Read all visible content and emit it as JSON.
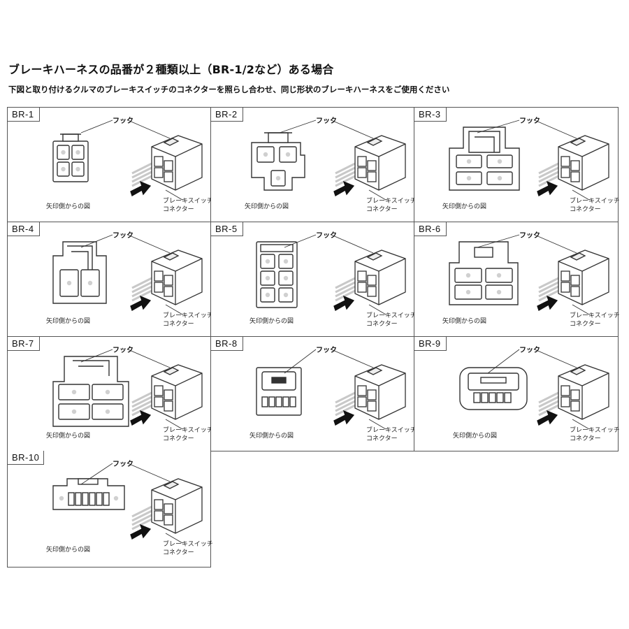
{
  "heading": "ブレーキハーネスの品番が２種類以上（BR-1/2など）ある場合",
  "instruction": "下図と取り付けるクルマのブレーキスイッチのコネクターを照らし合わせ、同じ形状のブレーキハーネスをご使用ください",
  "labels": {
    "hook": "フック",
    "front_view": "矢印側からの図",
    "connector_line1": "ブレーキスイッチ",
    "connector_line2": "コネクター"
  },
  "panels": [
    {
      "id": "BR-1"
    },
    {
      "id": "BR-2"
    },
    {
      "id": "BR-3"
    },
    {
      "id": "BR-4"
    },
    {
      "id": "BR-5"
    },
    {
      "id": "BR-6"
    },
    {
      "id": "BR-7"
    },
    {
      "id": "BR-8"
    },
    {
      "id": "BR-9"
    },
    {
      "id": "BR-10"
    }
  ]
}
